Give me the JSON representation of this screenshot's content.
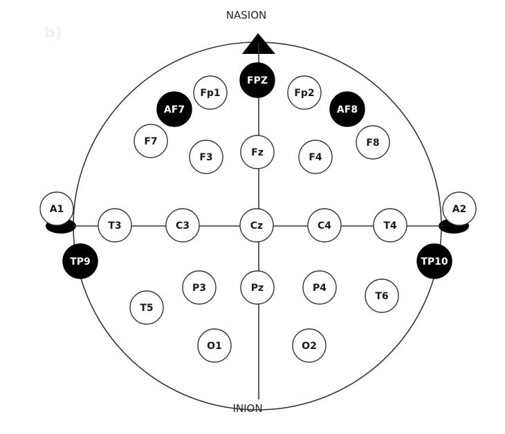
{
  "panel_label": "b)",
  "landmarks": {
    "nasion": "NASION",
    "inion": "INION"
  },
  "colors": {
    "outline": "#333333",
    "filled": "#000000",
    "open_fill": "#ffffff",
    "open_text": "#1a1a1a",
    "filled_text": "#ffffff",
    "panel_label": "#eef0f3"
  },
  "electrodes": [
    {
      "id": "fpz",
      "label": "FPZ",
      "filled": true
    },
    {
      "id": "fp1",
      "label": "Fp1",
      "filled": false
    },
    {
      "id": "fp2",
      "label": "Fp2",
      "filled": false
    },
    {
      "id": "af7",
      "label": "AF7",
      "filled": true
    },
    {
      "id": "af8",
      "label": "AF8",
      "filled": true
    },
    {
      "id": "f7",
      "label": "F7",
      "filled": false
    },
    {
      "id": "f3",
      "label": "F3",
      "filled": false
    },
    {
      "id": "fz",
      "label": "Fz",
      "filled": false
    },
    {
      "id": "f4",
      "label": "F4",
      "filled": false
    },
    {
      "id": "f8",
      "label": "F8",
      "filled": false
    },
    {
      "id": "a1",
      "label": "A1",
      "filled": false
    },
    {
      "id": "t3",
      "label": "T3",
      "filled": false
    },
    {
      "id": "c3",
      "label": "C3",
      "filled": false
    },
    {
      "id": "cz",
      "label": "Cz",
      "filled": false
    },
    {
      "id": "c4",
      "label": "C4",
      "filled": false
    },
    {
      "id": "t4",
      "label": "T4",
      "filled": false
    },
    {
      "id": "a2",
      "label": "A2",
      "filled": false
    },
    {
      "id": "tp9",
      "label": "TP9",
      "filled": true
    },
    {
      "id": "tp10",
      "label": "TP10",
      "filled": true
    },
    {
      "id": "p3",
      "label": "P3",
      "filled": false
    },
    {
      "id": "pz",
      "label": "Pz",
      "filled": false
    },
    {
      "id": "p4",
      "label": "P4",
      "filled": false
    },
    {
      "id": "t5",
      "label": "T5",
      "filled": false
    },
    {
      "id": "t6",
      "label": "T6",
      "filled": false
    },
    {
      "id": "o1",
      "label": "O1",
      "filled": false
    },
    {
      "id": "o2",
      "label": "O2",
      "filled": false
    }
  ]
}
